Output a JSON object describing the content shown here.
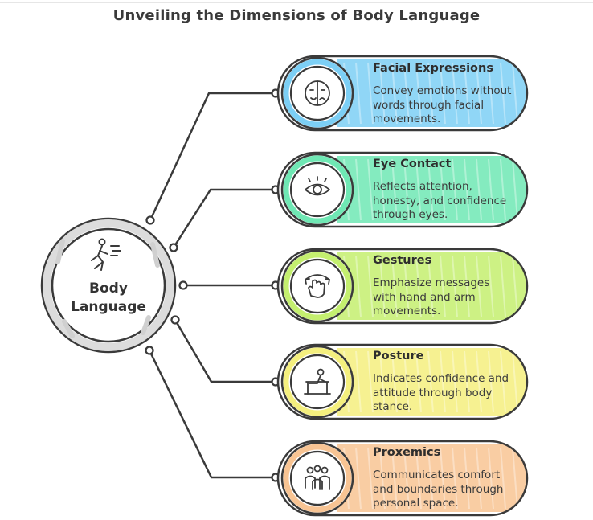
{
  "title": "Unveiling the Dimensions of Body Language",
  "center": {
    "label_line1": "Body",
    "label_line2": "Language",
    "icon": "running-person-icon"
  },
  "items": [
    {
      "title": "Facial Expressions",
      "description": [
        "Convey emotions without",
        "words through facial",
        "movements."
      ],
      "icon": "face-mask-icon",
      "color": "#7ccff5"
    },
    {
      "title": "Eye Contact",
      "description": [
        "Reflects attention,",
        "honesty, and confidence",
        "through eyes."
      ],
      "icon": "eye-icon",
      "color": "#6fe8b4"
    },
    {
      "title": "Gestures",
      "description": [
        "Emphasize messages",
        "with hand and arm",
        "movements."
      ],
      "icon": "hand-gesture-icon",
      "color": "#c4ef6f"
    },
    {
      "title": "Posture",
      "description": [
        "Indicates confidence and",
        "attitude through body",
        "stance."
      ],
      "icon": "seated-person-icon",
      "color": "#f4ef7e"
    },
    {
      "title": "Proxemics",
      "description": [
        "Communicates comfort",
        "and boundaries through",
        "personal space."
      ],
      "icon": "people-group-icon",
      "color": "#f8c493"
    }
  ]
}
